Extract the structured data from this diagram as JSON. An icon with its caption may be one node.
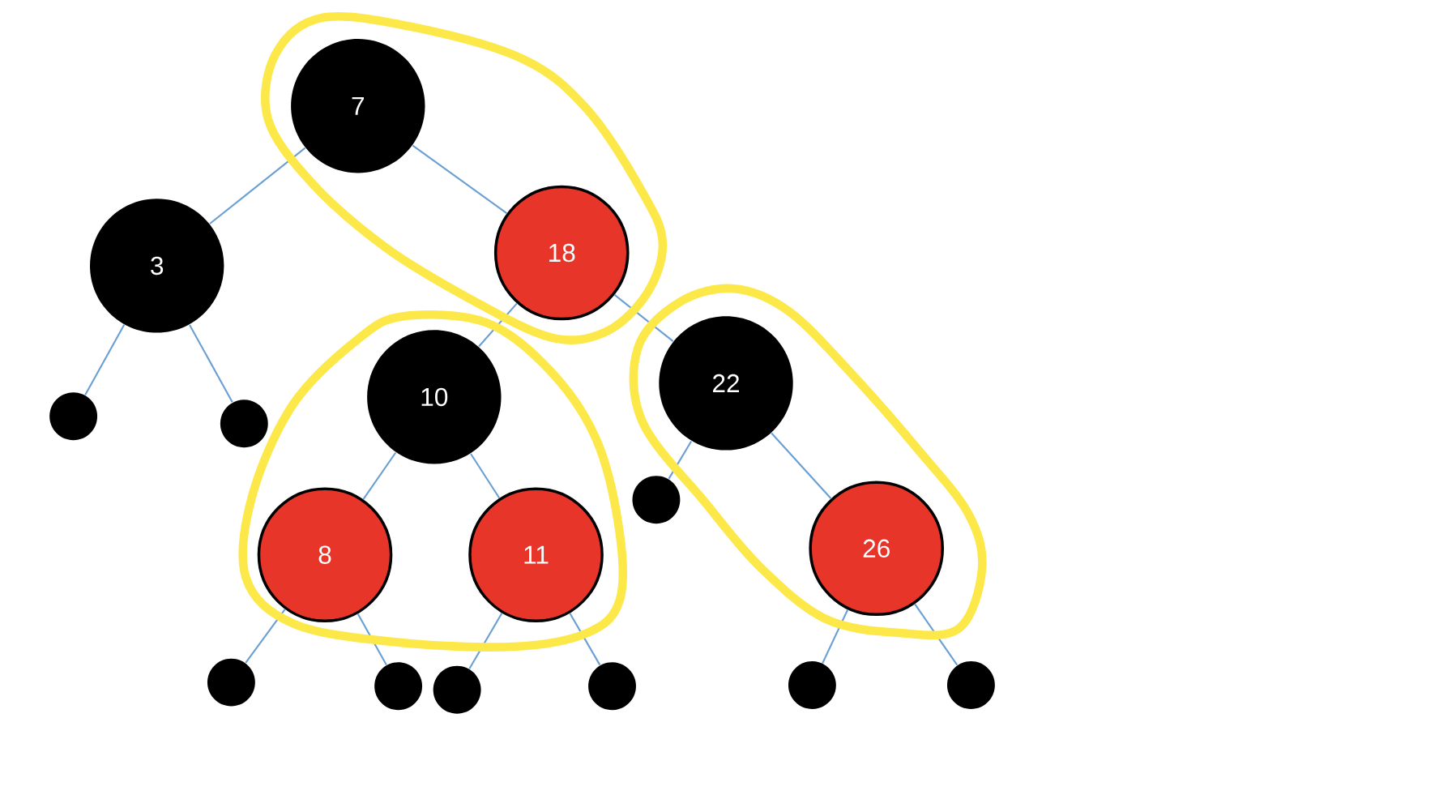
{
  "diagram": {
    "nodes": [
      {
        "text": [
          "7"
        ]
      },
      {
        "text": [
          "3"
        ]
      },
      {
        "text": [
          "18"
        ]
      },
      {
        "text": [
          "10"
        ]
      },
      {
        "text": [
          "22"
        ]
      },
      {
        "text": [
          "8"
        ]
      },
      {
        "text": [
          "11"
        ]
      },
      {
        "text": [
          "26"
        ]
      },
      {
        "text": [],
        "shape": "circle"
      },
      {
        "text": [],
        "shape": "circle"
      },
      {
        "text": [],
        "shape": "circle"
      },
      {
        "text": [],
        "shape": "circle"
      },
      {
        "text": [],
        "shape": "circle"
      },
      {
        "text": [],
        "shape": "circle"
      },
      {
        "text": [],
        "shape": "circle"
      },
      {
        "text": [],
        "shape": "circle"
      },
      {
        "text": [],
        "shape": "circle"
      }
    ],
    "edges": [
      {
        "from": 0,
        "to": 1,
        "arrow": "none"
      },
      {
        "from": 0,
        "to": 2,
        "arrow": "none"
      },
      {
        "from": 1,
        "to": 8,
        "arrow": "none"
      },
      {
        "from": 1,
        "to": 9,
        "arrow": "none"
      },
      {
        "from": 2,
        "to": 3,
        "arrow": "none"
      },
      {
        "from": 2,
        "to": 4,
        "arrow": "none"
      },
      {
        "from": 3,
        "to": 5,
        "arrow": "none"
      },
      {
        "from": 3,
        "to": 6,
        "arrow": "none"
      },
      {
        "from": 4,
        "to": 10,
        "arrow": "none"
      },
      {
        "from": 4,
        "to": 7,
        "arrow": "none"
      },
      {
        "from": 5,
        "to": 11,
        "arrow": "none"
      },
      {
        "from": 5,
        "to": 12,
        "arrow": "none"
      },
      {
        "from": 6,
        "to": 13,
        "arrow": "none"
      },
      {
        "from": 6,
        "to": 14,
        "arrow": "none"
      },
      {
        "from": 7,
        "to": 15,
        "arrow": "none"
      },
      {
        "from": 7,
        "to": 16,
        "arrow": "none"
      }
    ]
  }
}
